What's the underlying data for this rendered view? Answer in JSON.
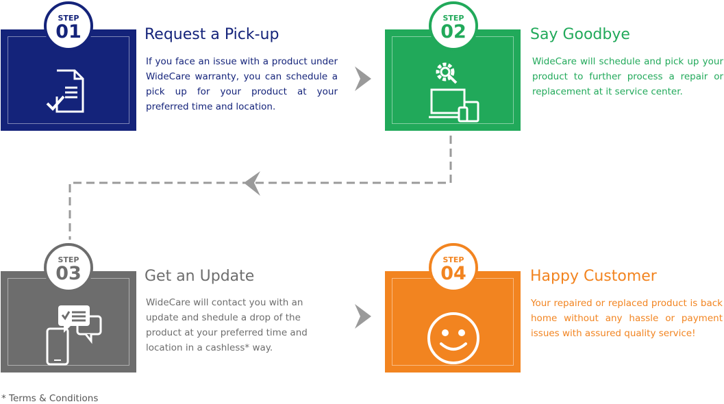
{
  "steps": [
    {
      "label": "STEP",
      "number": "01",
      "title": "Request a Pick-up",
      "description": "If you face an issue with a product under WideCare warranty, you can schedule a pick up for your product at your preferred time and location.",
      "color": "#14237a",
      "icon": "document-check-icon"
    },
    {
      "label": "STEP",
      "number": "02",
      "title": "Say Goodbye",
      "description": "WideCare will schedule and pick up your product to further process a repair or replacement at it service center.",
      "color": "#21a95a",
      "icon": "devices-gear-icon"
    },
    {
      "label": "STEP",
      "number": "03",
      "title": "Get an Update",
      "description": "WideCare will contact you with an update and shedule a drop of the product at your preferred time and location in a cashless* way.",
      "color": "#6d6d6d",
      "icon": "phone-chat-icon"
    },
    {
      "label": "STEP",
      "number": "04",
      "title": "Happy Customer",
      "description": "Your repaired or replaced product is back home without any hassle or payment issues with assured quality service!",
      "color": "#f28420",
      "icon": "smiley-icon"
    }
  ],
  "footnote": "* Terms & Conditions"
}
